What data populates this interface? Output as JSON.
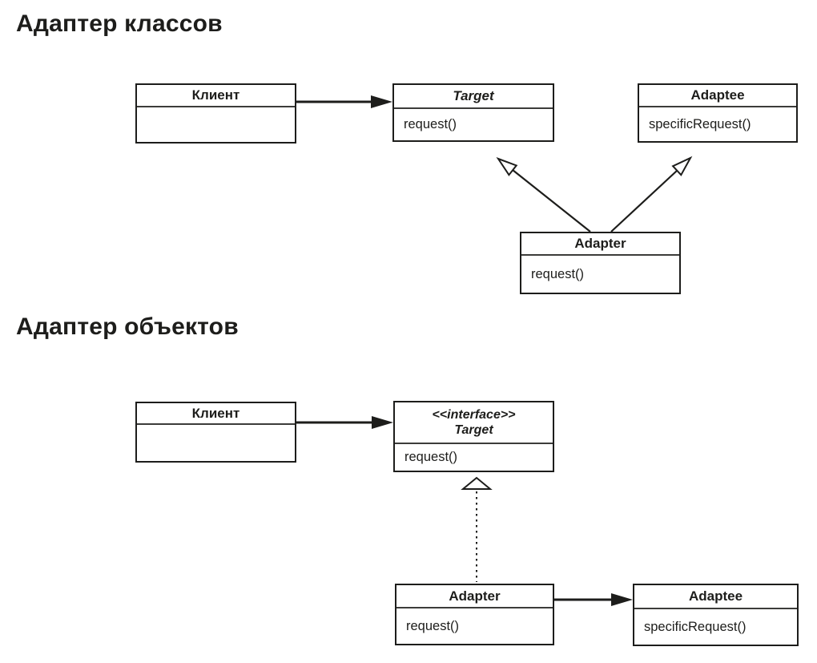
{
  "page": {
    "background": "#ffffff",
    "line_color": "#1d1d1b"
  },
  "sections": {
    "class_adapter": {
      "title": "Адаптер классов",
      "client": {
        "name": "Клиент"
      },
      "target": {
        "name": "Target",
        "method": "request()"
      },
      "adaptee": {
        "name": "Adaptee",
        "method": "specificRequest()"
      },
      "adapter": {
        "name": "Adapter",
        "method": "request()"
      }
    },
    "object_adapter": {
      "title": "Адаптер объектов",
      "client": {
        "name": "Клиент"
      },
      "target": {
        "stereotype": "<<interface>>",
        "name": "Target",
        "method": "request()"
      },
      "adapter": {
        "name": "Adapter",
        "method": "request()"
      },
      "adaptee": {
        "name": "Adaptee",
        "method": "specificRequest()"
      }
    }
  },
  "connectors": {
    "class_adapter": [
      {
        "from": "Клиент",
        "to": "Target",
        "type": "association"
      },
      {
        "from": "Adapter",
        "to": "Target",
        "type": "generalization"
      },
      {
        "from": "Adapter",
        "to": "Adaptee",
        "type": "generalization"
      }
    ],
    "object_adapter": [
      {
        "from": "Клиент",
        "to": "Target",
        "type": "association"
      },
      {
        "from": "Adapter",
        "to": "Target",
        "type": "realization"
      },
      {
        "from": "Adapter",
        "to": "Adaptee",
        "type": "association"
      }
    ]
  }
}
